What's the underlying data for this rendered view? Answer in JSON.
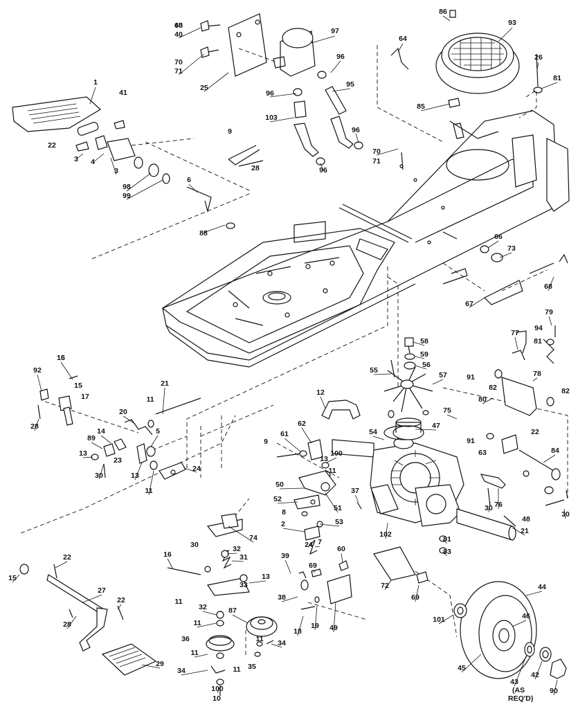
{
  "diagram": {
    "part_labels": [
      "1",
      "2",
      "3",
      "3",
      "4",
      "5",
      "6",
      "7",
      "8",
      "9",
      "9",
      "10",
      "11",
      "11",
      "11",
      "11",
      "11",
      "11",
      "11",
      "11",
      "12",
      "13",
      "13",
      "13",
      "13",
      "14",
      "15",
      "15",
      "15",
      "16",
      "16",
      "17",
      "18",
      "19",
      "20",
      "21",
      "21",
      "22",
      "22",
      "22",
      "22",
      "23",
      "24",
      "24",
      "25",
      "26",
      "27",
      "28",
      "28",
      "28",
      "29",
      "30",
      "30",
      "30",
      "30",
      "31",
      "32",
      "32",
      "33",
      "34",
      "34",
      "35",
      "36",
      "37",
      "38",
      "39",
      "40",
      "40",
      "41",
      "42",
      "43",
      "44",
      "45",
      "46",
      "47",
      "48",
      "49",
      "50",
      "51",
      "52",
      "53",
      "54",
      "55",
      "56",
      "57",
      "58",
      "59",
      "60",
      "61",
      "62",
      "63",
      "64",
      "65",
      "66",
      "67",
      "68",
      "69",
      "69",
      "70",
      "70",
      "71",
      "71",
      "72",
      "73",
      "74",
      "75",
      "76",
      "77",
      "78",
      "79",
      "80",
      "81",
      "81",
      "81",
      "82",
      "82",
      "83",
      "84",
      "85",
      "86",
      "87",
      "88",
      "89",
      "90",
      "91",
      "91",
      "92",
      "93",
      "94",
      "95",
      "96",
      "96",
      "96",
      "96",
      "97",
      "98",
      "99",
      "100",
      "100",
      "101",
      "102",
      "103"
    ],
    "note_as_reqd_line1": "(AS",
    "note_as_reqd_line2": "REQ'D)"
  }
}
